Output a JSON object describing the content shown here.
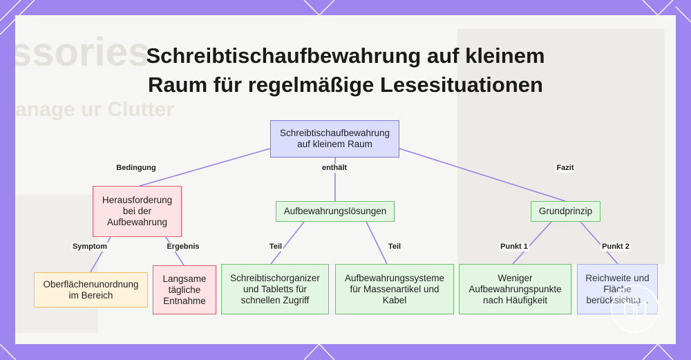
{
  "title_line1": "Schreibtischaufbewahrung auf kleinem",
  "title_line2": "Raum für regelmäßige Lesesituationen",
  "background_text": {
    "big": "ssories",
    "sub": "anage ur Clutter"
  },
  "nodes": {
    "root": "Schreibtischaufbewahrung\nauf kleinem Raum",
    "challenge": "Herausforderung\nbei der\nAufbewahrung",
    "solutions": "Aufbewahrungslösungen",
    "principle": "Grundprinzip",
    "surface": "Oberflächenunordnung\nim Bereich",
    "slow": "Langsame\ntägliche\nEntnahme",
    "organizer": "Schreibtischorganizer\nund Tabletts für\nschnellen Zugriff",
    "systems": "Aufbewahrungssysteme\nfür Massenartikel und\nKabel",
    "fewer": "Weniger\nAufbewahrungspunkte\nnach Häufigkeit",
    "reach": "Reichweite und\nFläche\nberücksichtig..."
  },
  "edge_labels": {
    "condition": "Bedingung",
    "contains": "enthält",
    "conclusion": "Fazit",
    "symptom": "Symptom",
    "result": "Ergebnis",
    "part1": "Teil",
    "part2": "Teil",
    "point1": "Punkt 1",
    "point2": "Punkt 2"
  },
  "colors": {
    "frame": "#9d86f0",
    "edge": "#9b82e8"
  },
  "icons": [
    "book-logo-icon"
  ]
}
